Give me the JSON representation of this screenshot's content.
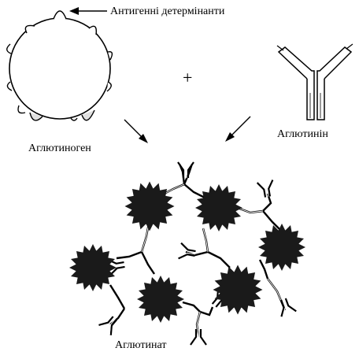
{
  "labels": {
    "antigenic_determinants": "Антигенні детермінанти",
    "agglutinogen": "Аглютиноген",
    "agglutinin": "Аглютинін",
    "agglutinate": "Аглютинат",
    "plus": "+"
  }
}
